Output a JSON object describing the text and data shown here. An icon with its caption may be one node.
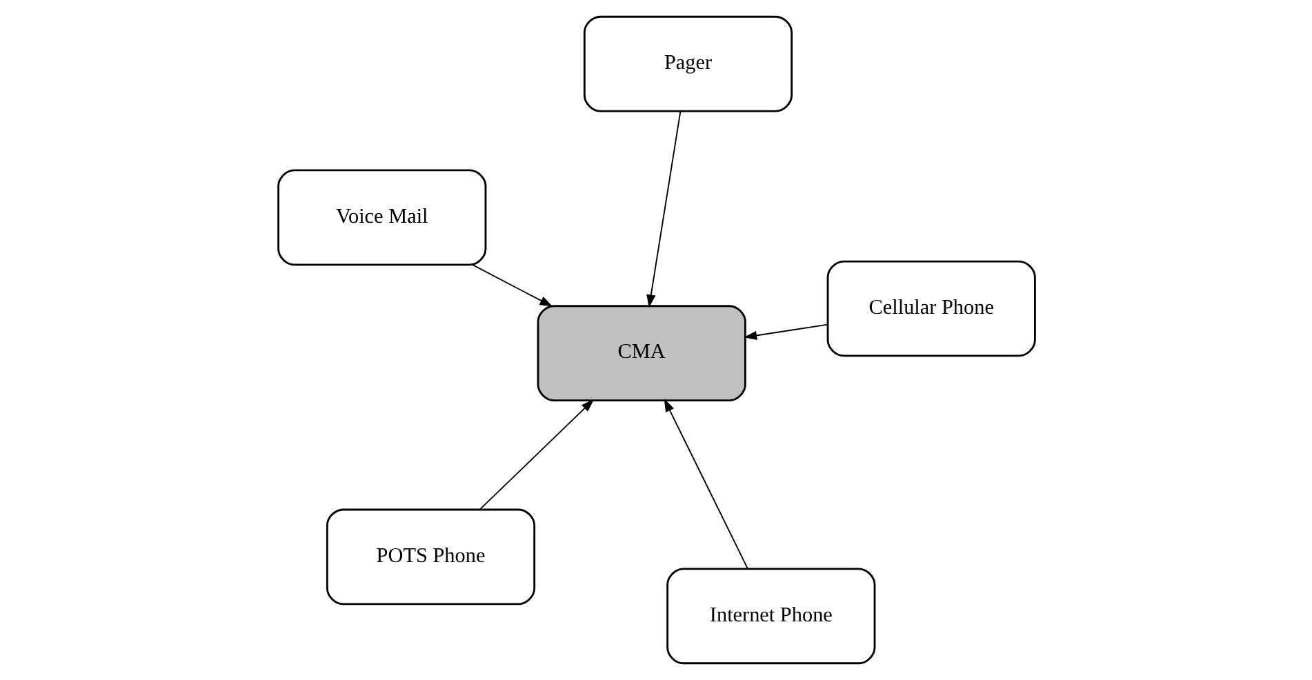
{
  "diagram": {
    "nodes": [
      {
        "text": [
          "POTS Phone"
        ]
      },
      {
        "text": [
          "CMA"
        ]
      },
      {
        "text": [
          "Internet Phone"
        ]
      },
      {
        "text": [
          "Pager"
        ]
      },
      {
        "text": [
          "Cellular Phone"
        ]
      },
      {
        "text": [
          "Voice Mail"
        ]
      }
    ],
    "edges": [
      {
        "from": 0,
        "to": 1,
        "arrow": "to"
      },
      {
        "from": 2,
        "to": 1,
        "arrow": "to"
      },
      {
        "from": 3,
        "to": 1,
        "arrow": "to"
      },
      {
        "from": 4,
        "to": 1,
        "arrow": "to"
      },
      {
        "from": 5,
        "to": 1,
        "arrow": "to"
      }
    ]
  }
}
